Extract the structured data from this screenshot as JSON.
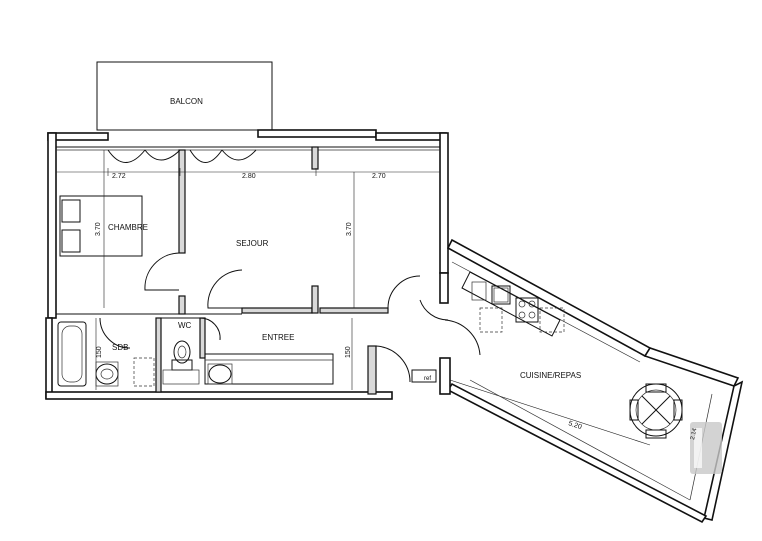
{
  "rooms": {
    "balcon": "BALCON",
    "chambre": "CHAMBRE",
    "sejour": "SEJOUR",
    "wc": "WC",
    "sdb": "SDB",
    "entree": "ENTREE",
    "cuisine": "CUISINE/REPAS"
  },
  "dimensions": {
    "chambre_width": "2.72",
    "sejour_width": "2.80",
    "right_width": "2.70",
    "chambre_depth": "3.70",
    "sejour_depth": "3.70",
    "sdb_depth": "150",
    "entree_depth": "150",
    "cuisine_length": "5.20",
    "cuisine_right": "2.14"
  },
  "labels": {
    "ref": "ref"
  }
}
